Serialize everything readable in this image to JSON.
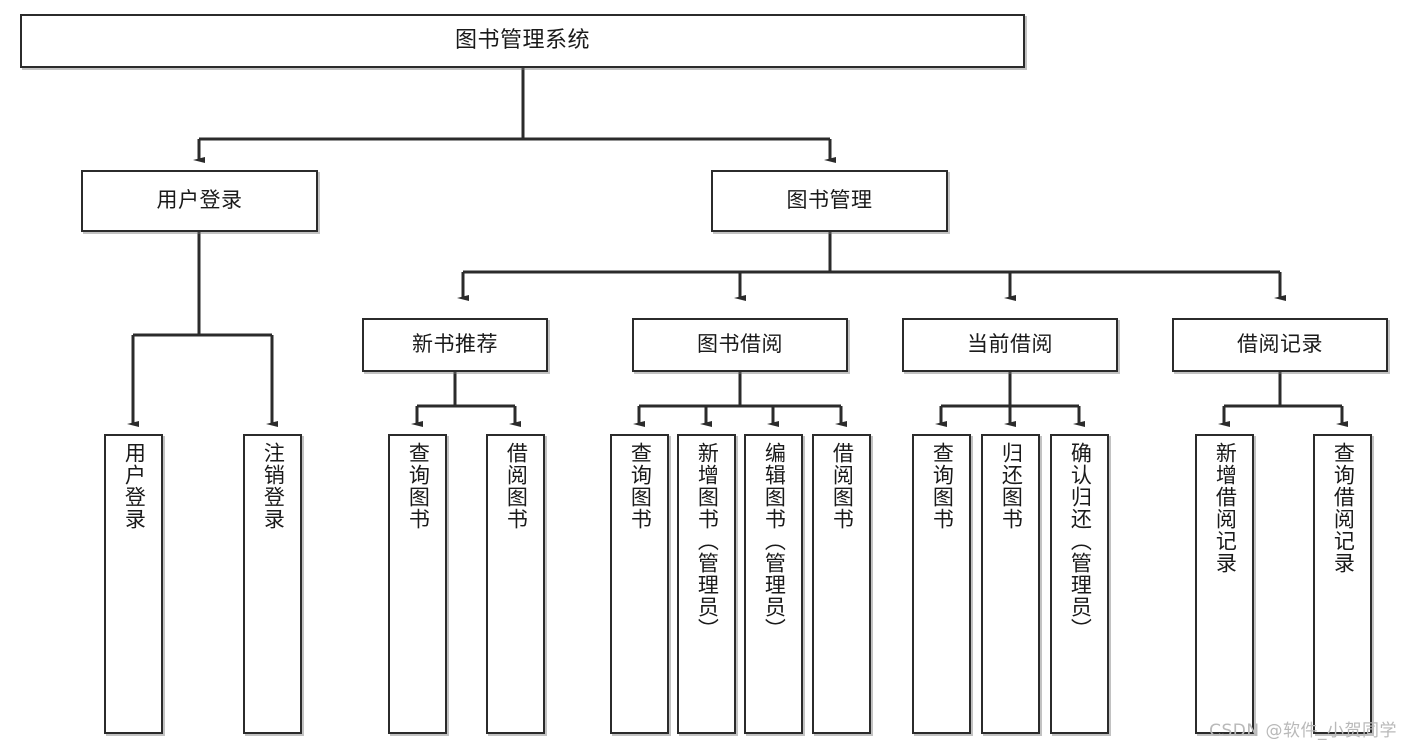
{
  "diagram": {
    "title": "图书管理系统",
    "type": "tree",
    "watermark": "CSDN @软件_小贺同学",
    "colors": {
      "box_border": "#2b2b2b",
      "box_fill": "#ffffff",
      "edge": "#2b2b2b",
      "text": "#1a1a1a",
      "watermark": "#b9b9b9",
      "background": "#ffffff"
    },
    "levels": {
      "root": "图书管理系统",
      "level2": [
        "用户登录",
        "图书管理"
      ],
      "level3": [
        "新书推荐",
        "图书借阅",
        "当前借阅",
        "借阅记录"
      ]
    },
    "nodes": {
      "root": {
        "label": "图书管理系统"
      },
      "user_login": {
        "label": "用户登录"
      },
      "book_manage": {
        "label": "图书管理"
      },
      "new_book_rec": {
        "label": "新书推荐"
      },
      "book_borrow": {
        "label": "图书借阅"
      },
      "current_borrow": {
        "label": "当前借阅"
      },
      "borrow_record": {
        "label": "借阅记录"
      },
      "leaf_user_login": {
        "label": "用户登录"
      },
      "leaf_logout": {
        "label": "注销登录"
      },
      "leaf_query_book_rec": {
        "label": "查询图书"
      },
      "leaf_borrow_book_rec": {
        "label": "借阅图书"
      },
      "leaf_query_book_borrow": {
        "label": "查询图书"
      },
      "leaf_add_book": {
        "label": "新增图书（管理员）"
      },
      "leaf_edit_book": {
        "label": "编辑图书（管理员）"
      },
      "leaf_borrow_book": {
        "label": "借阅图书"
      },
      "leaf_query_book_current": {
        "label": "查询图书"
      },
      "leaf_return_book": {
        "label": "归还图书"
      },
      "leaf_confirm_return": {
        "label": "确认归还（管理员）"
      },
      "leaf_add_record": {
        "label": "新增借阅记录"
      },
      "leaf_query_record": {
        "label": "查询借阅记录"
      }
    },
    "edges": [
      {
        "from": "root",
        "to": "user_login"
      },
      {
        "from": "root",
        "to": "book_manage"
      },
      {
        "from": "user_login",
        "to": "leaf_user_login"
      },
      {
        "from": "user_login",
        "to": "leaf_logout"
      },
      {
        "from": "book_manage",
        "to": "new_book_rec"
      },
      {
        "from": "book_manage",
        "to": "book_borrow"
      },
      {
        "from": "book_manage",
        "to": "current_borrow"
      },
      {
        "from": "book_manage",
        "to": "borrow_record"
      },
      {
        "from": "new_book_rec",
        "to": "leaf_query_book_rec"
      },
      {
        "from": "new_book_rec",
        "to": "leaf_borrow_book_rec"
      },
      {
        "from": "book_borrow",
        "to": "leaf_query_book_borrow"
      },
      {
        "from": "book_borrow",
        "to": "leaf_add_book"
      },
      {
        "from": "book_borrow",
        "to": "leaf_edit_book"
      },
      {
        "from": "book_borrow",
        "to": "leaf_borrow_book"
      },
      {
        "from": "current_borrow",
        "to": "leaf_query_book_current"
      },
      {
        "from": "current_borrow",
        "to": "leaf_return_book"
      },
      {
        "from": "current_borrow",
        "to": "leaf_confirm_return"
      },
      {
        "from": "borrow_record",
        "to": "leaf_add_record"
      },
      {
        "from": "borrow_record",
        "to": "leaf_query_record"
      }
    ]
  }
}
